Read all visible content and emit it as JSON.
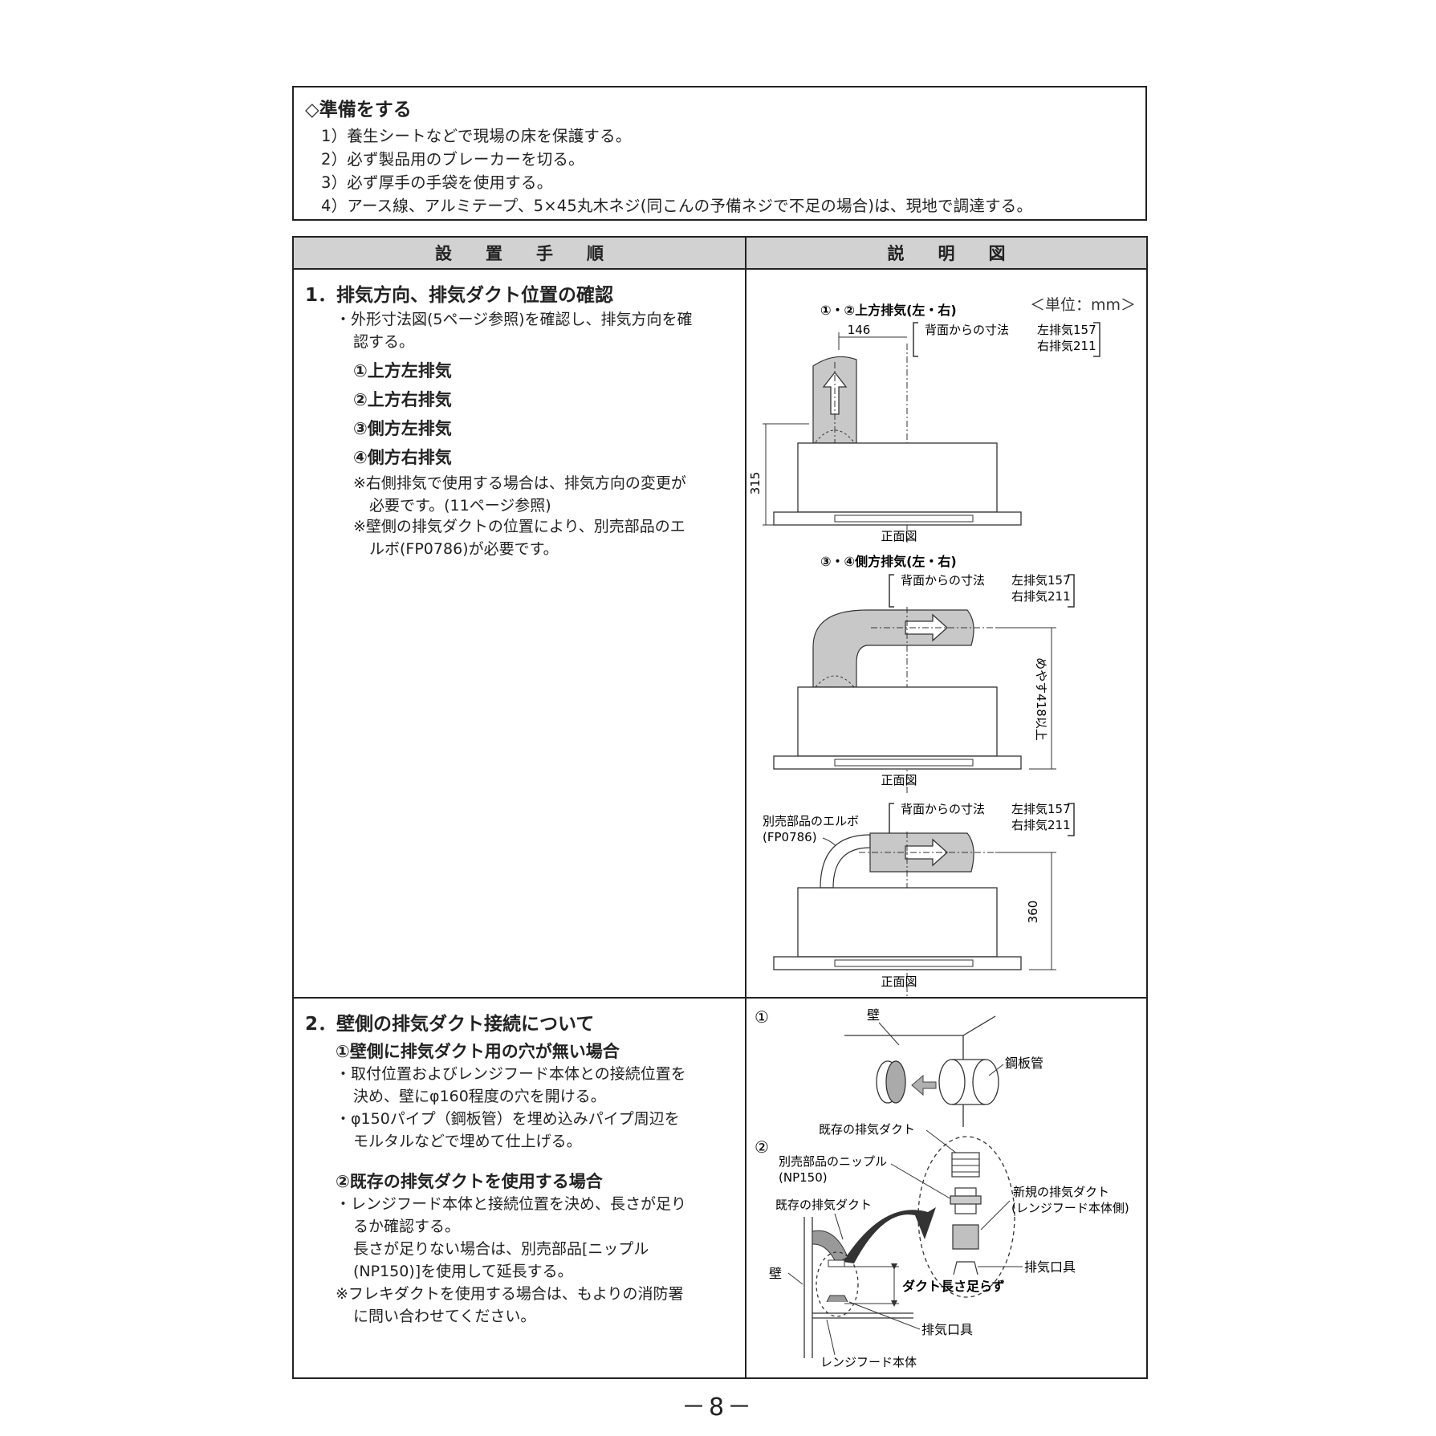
{
  "prep": {
    "title": "◇準備をする",
    "items": [
      "1）養生シートなどで現場の床を保護する。",
      "2）必ず製品用のブレーカーを切る。",
      "3）必ず厚手の手袋を使用する。",
      "4）アース線、アルミテープ、5×45丸木ネジ(同こんの予備ネジで不足の場合)は、現地で調達する。"
    ]
  },
  "table": {
    "header_left": "設　　置　　手　　順",
    "header_right": "説　　明　　図"
  },
  "section1": {
    "title": "1．排気方向、排気ダクト位置の確認",
    "bullet_l1": "・外形寸法図(5ページ参照)を確認し、排気方向を確",
    "bullet_l2": "認する。",
    "options": [
      "①上方左排気",
      "②上方右排気",
      "③側方左排気",
      "④側方右排気"
    ],
    "note1_l1": "※右側排気で使用する場合は、排気方向の変更が",
    "note1_l2": "必要です。(11ページ参照)",
    "note2_l1": "※壁側の排気ダクトの位置により、別売部品のエ",
    "note2_l2": "ルボ(FP0786)が必要です。"
  },
  "diagram1": {
    "unit": "＜単位：mm＞",
    "top_title": "①・②上方排気(左・右)",
    "dim_146": "146",
    "dim_315": "315",
    "back_label": "背面からの寸法",
    "left_157": "左排気157",
    "right_211": "右排気211",
    "front_view": "正面図",
    "side_title": "③・④側方排気(左・右)",
    "dim_418": "めやす418以上",
    "elbow_l1": "別売部品のエルボ",
    "elbow_l2": "(FP0786)",
    "dim_360": "360"
  },
  "section2": {
    "title": "2．壁側の排気ダクト接続について",
    "sub1": "①壁側に排気ダクト用の穴が無い場合",
    "s1_b1_l1": "・取付位置およびレンジフード本体との接続位置を",
    "s1_b1_l2": "決め、壁にφ160程度の穴を開ける。",
    "s1_b2_l1": "・φ150パイプ（鋼板管）を埋め込みパイプ周辺を",
    "s1_b2_l2": "モルタルなどで埋めて仕上げる。",
    "sub2": "②既存の排気ダクトを使用する場合",
    "s2_b1_l1": "・レンジフード本体と接続位置を決め、長さが足り",
    "s2_b1_l2": "るか確認する。",
    "s2_b1_l3": "長さが足りない場合は、別売部品[ニップル",
    "s2_b1_l4": "(NP150)]を使用して延長する。",
    "s2_note_l1": "※フレキダクトを使用する場合は、もよりの消防署",
    "s2_note_l2": "に問い合わせてください。"
  },
  "diagram2": {
    "num1": "①",
    "num2": "②",
    "wall": "壁",
    "steel_pipe": "鋼板管",
    "existing_duct": "既存の排気ダクト",
    "nipple_l1": "別売部品のニップル",
    "nipple_l2": "(NP150)",
    "new_duct_l1": "新規の排気ダクト",
    "new_duct_l2": "(レンジフード本体側)",
    "exhaust_fitting": "排気口具",
    "duct_short": "ダクト長さ足らず",
    "hood_body": "レンジフード本体"
  },
  "page_number": "－8－"
}
